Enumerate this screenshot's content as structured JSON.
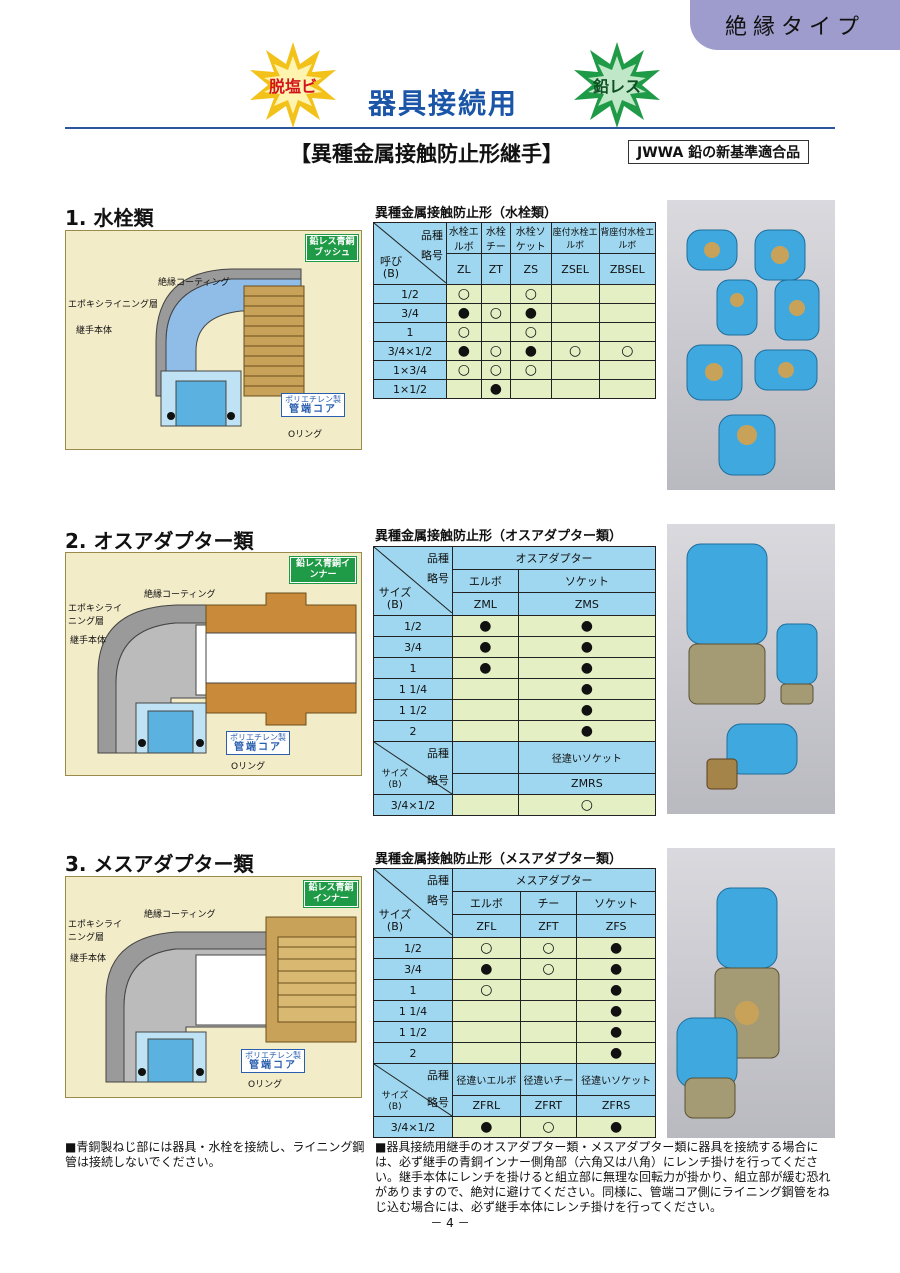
{
  "tab_label": "絶縁タイプ",
  "badges": {
    "left": "脱塩ビ",
    "right": "鉛レス"
  },
  "main_title": "器具接続用",
  "subtitle": "【異種金属接触防止形継手】",
  "standard": "JWWA 鉛の新基準適合品",
  "colors": {
    "title_blue": "#1a55a8",
    "header_cyan": "#9ed7ef",
    "body_green": "#e4efc4",
    "tab_purple": "#9e9ccc"
  },
  "sec1": {
    "heading": "1. 水栓類",
    "caption": "異種金属接触防止形（水栓類）",
    "labels": {
      "coating": "絶縁コーティング",
      "lining": "エポキシライニング層",
      "body": "継手本体",
      "oring": "Oリング",
      "tag_green": "鉛レス青銅ブッシュ",
      "tag_core1": "ポリエチレン製",
      "tag_core2": "管端コア"
    },
    "table": {
      "h_kind": "品種",
      "h_code": "略号",
      "h_size": "呼び(B)",
      "columns": [
        {
          "kind": "水栓エルボ",
          "code": "ZL"
        },
        {
          "kind": "水栓チー",
          "code": "ZT"
        },
        {
          "kind": "水栓ソケット",
          "code": "ZS"
        },
        {
          "kind": "座付水栓エルボ",
          "code": "ZSEL"
        },
        {
          "kind": "背座付水栓エルボ",
          "code": "ZBSEL"
        }
      ],
      "rows": [
        {
          "size": "1/2",
          "marks": [
            "○",
            "",
            "○",
            "",
            ""
          ]
        },
        {
          "size": "3/4",
          "marks": [
            "●",
            "○",
            "●",
            "",
            ""
          ]
        },
        {
          "size": "1",
          "marks": [
            "○",
            "",
            "○",
            "",
            ""
          ]
        },
        {
          "size": "3/4×1/2",
          "marks": [
            "●",
            "○",
            "●",
            "○",
            "○"
          ]
        },
        {
          "size": "1×3/4",
          "marks": [
            "○",
            "○",
            "○",
            "",
            ""
          ]
        },
        {
          "size": "1×1/2",
          "marks": [
            "",
            "●",
            "",
            "",
            ""
          ]
        }
      ]
    }
  },
  "sec2": {
    "heading": "2. オスアダプター類",
    "caption": "異種金属接触防止形（オスアダプター類）",
    "labels": {
      "coating": "絶縁コーティング",
      "lining": "エポキシライニング層",
      "body": "継手本体",
      "oring": "Oリング",
      "tag_green": "鉛レス青銅インナー",
      "tag_core1": "ポリエチレン製",
      "tag_core2": "管端コア"
    },
    "table": {
      "h_kind": "品種",
      "h_code": "略号",
      "h_size": "サイズ(B)",
      "group": "オスアダプター",
      "columns": [
        {
          "kind": "エルボ",
          "code": "ZML"
        },
        {
          "kind": "ソケット",
          "code": "ZMS"
        }
      ],
      "rows": [
        {
          "size": "1/2",
          "marks": [
            "●",
            "●"
          ]
        },
        {
          "size": "3/4",
          "marks": [
            "●",
            "●"
          ]
        },
        {
          "size": "1",
          "marks": [
            "●",
            "●"
          ]
        },
        {
          "size": "1 1/4",
          "marks": [
            "",
            "●"
          ]
        },
        {
          "size": "1 1/2",
          "marks": [
            "",
            "●"
          ]
        },
        {
          "size": "2",
          "marks": [
            "",
            "●"
          ]
        }
      ],
      "sub_kind": "径違いソケット",
      "sub_code": "ZMRS",
      "sub_rows": [
        {
          "size": "3/4×1/2",
          "marks": [
            "",
            "○"
          ]
        }
      ]
    }
  },
  "sec3": {
    "heading": "3. メスアダプター類",
    "caption": "異種金属接触防止形（メスアダプター類）",
    "labels": {
      "coating": "絶縁コーティング",
      "lining": "エポキシライニング層",
      "body": "継手本体",
      "oring": "Oリング",
      "tag_green": "鉛レス青銅インナー",
      "tag_core1": "ポリエチレン製",
      "tag_core2": "管端コア"
    },
    "table": {
      "h_kind": "品種",
      "h_code": "略号",
      "h_size": "サイズ(B)",
      "group": "メスアダプター",
      "columns": [
        {
          "kind": "エルボ",
          "code": "ZFL"
        },
        {
          "kind": "チー",
          "code": "ZFT"
        },
        {
          "kind": "ソケット",
          "code": "ZFS"
        }
      ],
      "rows": [
        {
          "size": "1/2",
          "marks": [
            "○",
            "○",
            "●"
          ]
        },
        {
          "size": "3/4",
          "marks": [
            "●",
            "○",
            "●"
          ]
        },
        {
          "size": "1",
          "marks": [
            "○",
            "",
            "●"
          ]
        },
        {
          "size": "1 1/4",
          "marks": [
            "",
            "",
            "●"
          ]
        },
        {
          "size": "1 1/2",
          "marks": [
            "",
            "",
            "●"
          ]
        },
        {
          "size": "2",
          "marks": [
            "",
            "",
            "●"
          ]
        }
      ],
      "sub_columns": [
        {
          "kind": "径違いエルボ",
          "code": "ZFRL"
        },
        {
          "kind": "径違いチー",
          "code": "ZFRT"
        },
        {
          "kind": "径違いソケット",
          "code": "ZFRS"
        }
      ],
      "sub_rows": [
        {
          "size": "3/4×1/2",
          "marks": [
            "●",
            "○",
            "●"
          ]
        }
      ]
    }
  },
  "note_left": "■青銅製ねじ部には器具・水栓を接続し、ライニング鋼管は接続しないでください。",
  "note_right": "■器具接続用継手のオスアダプター類・メスアダプター類に器具を接続する場合には、必ず継手の青銅インナー側角部（六角又は八角）にレンチ掛けを行ってください。継手本体にレンチを掛けると組立部に無理な回転力が掛かり、組立部が緩む恐れがありますので、絶対に避けてください。同様に、管端コア側にライニング鋼管をねじ込む場合には、必ず継手本体にレンチ掛けを行ってください。",
  "page_number": "－ 4 －"
}
